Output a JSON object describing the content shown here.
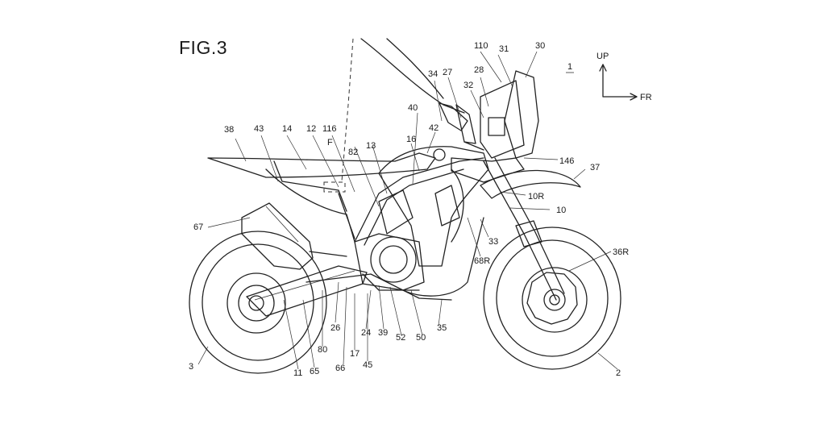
{
  "figure": {
    "title": "FIG.3",
    "reference_numeral": "1",
    "direction_up": "UP",
    "direction_front": "FR"
  },
  "labels": [
    "110",
    "31",
    "30",
    "34",
    "27",
    "28",
    "32",
    "40",
    "42",
    "38",
    "43",
    "14",
    "12",
    "116",
    "F",
    "82",
    "13",
    "16",
    "146",
    "37",
    "10R",
    "10",
    "67",
    "33",
    "68R",
    "36R",
    "26",
    "24",
    "39",
    "52",
    "50",
    "35",
    "17",
    "80",
    "45",
    "66",
    "65",
    "11",
    "3",
    "2"
  ]
}
